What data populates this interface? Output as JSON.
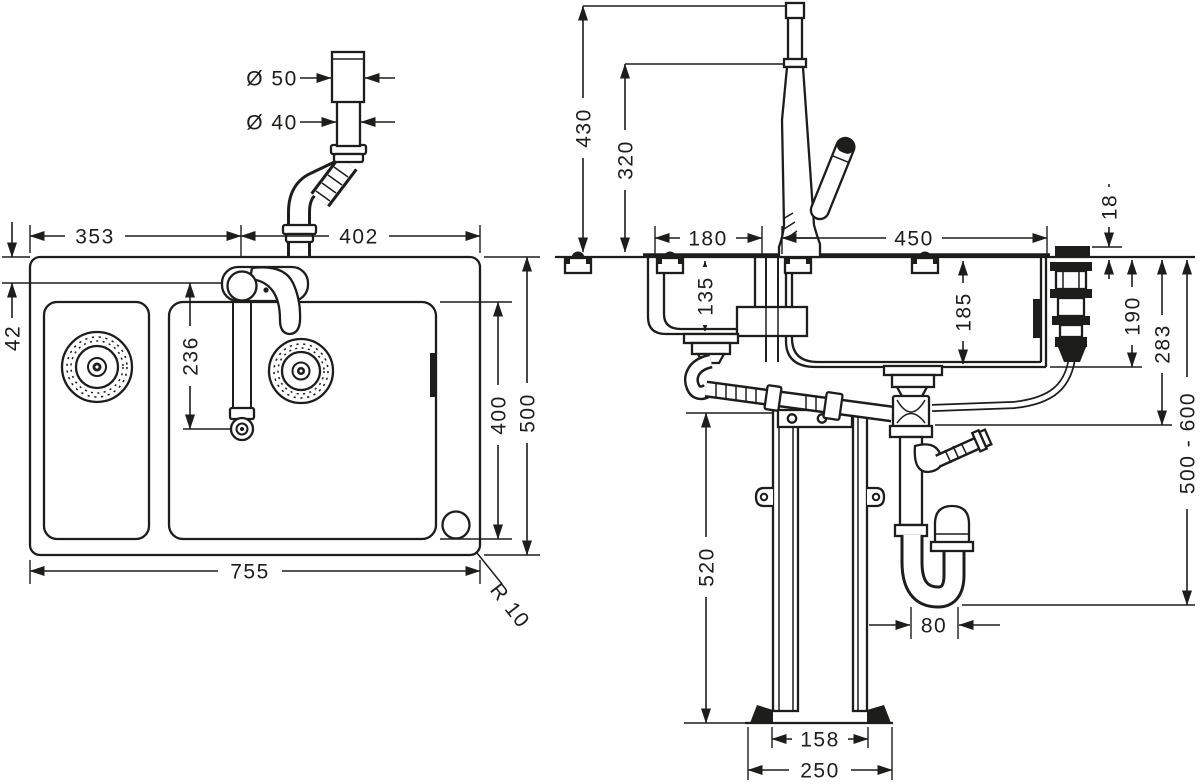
{
  "plan": {
    "drain": {
      "outer_dia": "Ø 50",
      "inner_dia": "Ø 40"
    },
    "dims": {
      "left_section": "353",
      "right_section": "402",
      "rim_to_tap": "42",
      "tap_to_spray": "236",
      "bowl_length": "400",
      "depth": "500",
      "width": "755",
      "corner_radius": "R 10"
    }
  },
  "section": {
    "dims": {
      "tap_height": "430",
      "spout_height": "320",
      "small_bowl_width": "180",
      "main_bowl_width": "450",
      "rim_thickness": "18",
      "small_bowl_depth": "135",
      "main_bowl_depth": "185",
      "hose_drop": "190",
      "waste_drop": "283",
      "waste_height_range": "500 - 600",
      "column_height": "520",
      "trap_width": "80",
      "foot_span": "158",
      "base_width": "250"
    }
  },
  "colors": {
    "ink": "#1d1d1b",
    "paper": "#ffffff"
  }
}
